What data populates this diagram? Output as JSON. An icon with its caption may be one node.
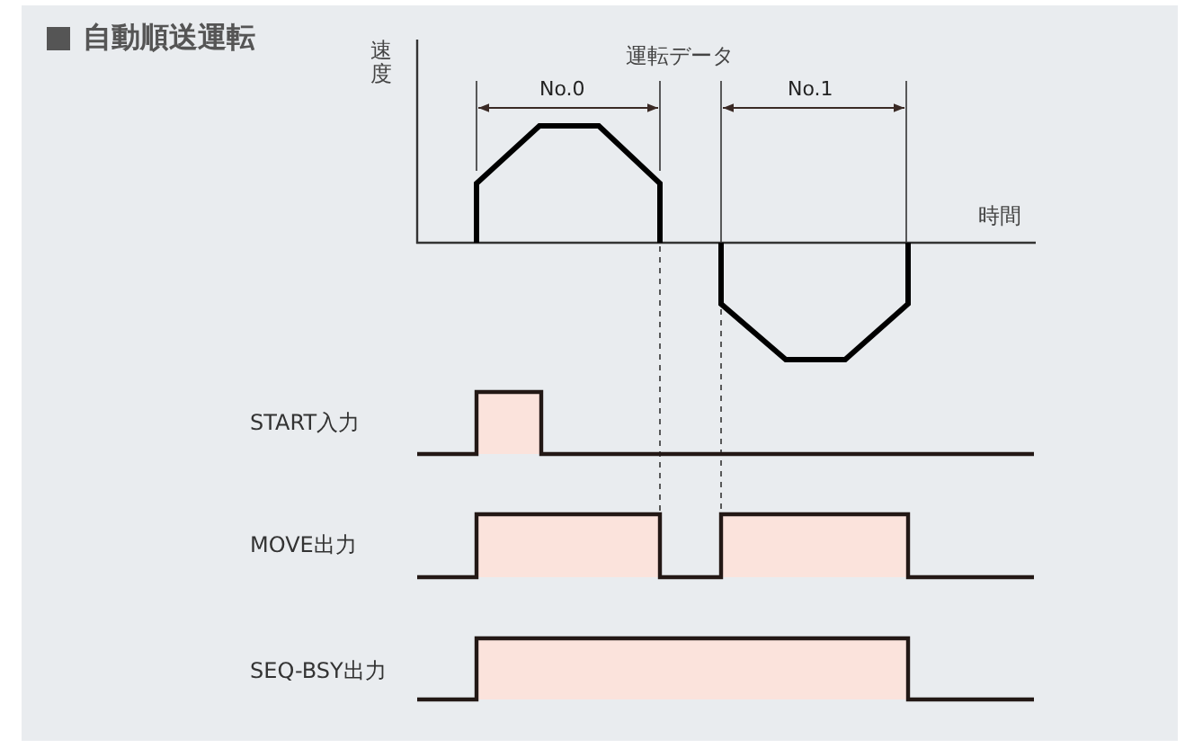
{
  "diagram": {
    "title": "自動順送運転",
    "labels": [
      "速度",
      "運転データ",
      "No.0",
      "No.1",
      "時間",
      "START入力",
      "MOVE出力",
      "SEQ-BSY出力"
    ]
  }
}
